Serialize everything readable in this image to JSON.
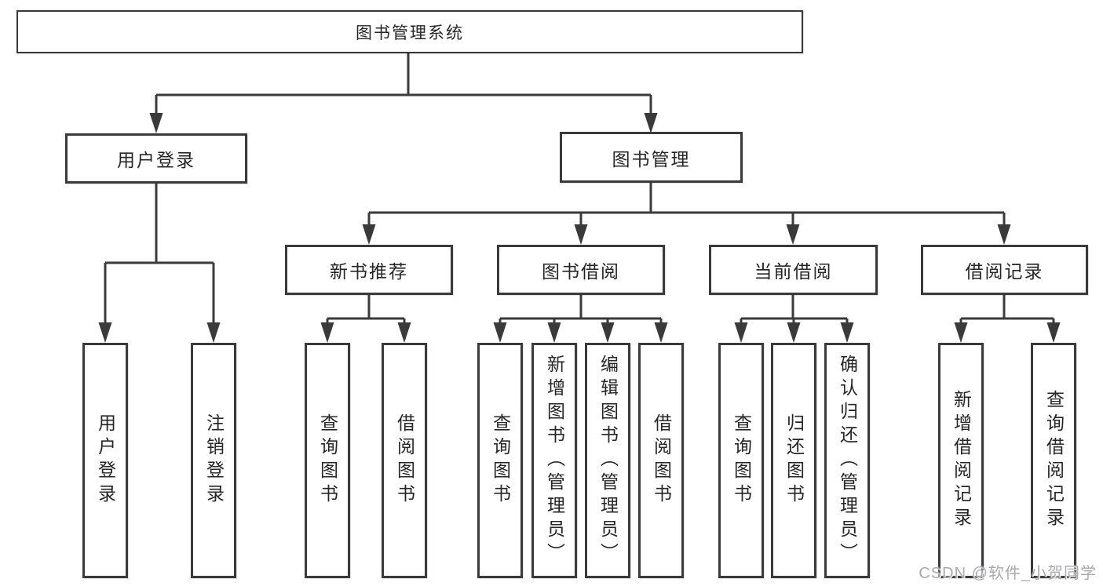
{
  "diagram": {
    "title": "图书管理系统",
    "watermark": "CSDN @软件_小贺同学",
    "colors": {
      "line": "#3a3a3a",
      "text": "#262626",
      "box_background": "#ffffff",
      "watermark_text": "#a9a9b0"
    },
    "nodes": [
      {
        "id": "root",
        "label": "图书管理系统",
        "orientation": "h",
        "level": 1
      },
      {
        "id": "user-login",
        "label": "用户登录",
        "orientation": "h",
        "level": 2
      },
      {
        "id": "book-mgmt",
        "label": "图书管理",
        "orientation": "h",
        "level": 2
      },
      {
        "id": "new-book-rec",
        "label": "新书推荐",
        "orientation": "h",
        "level": 3
      },
      {
        "id": "book-borrow",
        "label": "图书借阅",
        "orientation": "h",
        "level": 3
      },
      {
        "id": "current-borrow",
        "label": "当前借阅",
        "orientation": "h",
        "level": 3
      },
      {
        "id": "borrow-records",
        "label": "借阅记录",
        "orientation": "h",
        "level": 3
      },
      {
        "id": "leaf-user-login",
        "label": "用户登录",
        "orientation": "v",
        "level": 4
      },
      {
        "id": "leaf-logout",
        "label": "注销登录",
        "orientation": "v",
        "level": 4
      },
      {
        "id": "leaf-query-book-1",
        "label": "查询图书",
        "orientation": "v",
        "level": 4
      },
      {
        "id": "leaf-borrow-book-1",
        "label": "借阅图书",
        "orientation": "v",
        "level": 4
      },
      {
        "id": "leaf-query-book-2",
        "label": "查询图书",
        "orientation": "v",
        "level": 4
      },
      {
        "id": "leaf-add-book",
        "label": "新增图书（管理员）",
        "orientation": "v",
        "level": 4
      },
      {
        "id": "leaf-edit-book",
        "label": "编辑图书（管理员）",
        "orientation": "v",
        "level": 4
      },
      {
        "id": "leaf-borrow-book-2",
        "label": "借阅图书",
        "orientation": "v",
        "level": 4
      },
      {
        "id": "leaf-query-book-3",
        "label": "查询图书",
        "orientation": "v",
        "level": 4
      },
      {
        "id": "leaf-return-book",
        "label": "归还图书",
        "orientation": "v",
        "level": 4
      },
      {
        "id": "leaf-confirm-return",
        "label": "确认归还（管理员）",
        "orientation": "v",
        "level": 4
      },
      {
        "id": "leaf-add-record",
        "label": "新增借阅记录",
        "orientation": "v",
        "level": 4
      },
      {
        "id": "leaf-query-record",
        "label": "查询借阅记录",
        "orientation": "v",
        "level": 4
      }
    ],
    "edges": [
      {
        "from": "root",
        "to": "user-login"
      },
      {
        "from": "root",
        "to": "book-mgmt"
      },
      {
        "from": "user-login",
        "to": "leaf-user-login"
      },
      {
        "from": "user-login",
        "to": "leaf-logout"
      },
      {
        "from": "book-mgmt",
        "to": "new-book-rec"
      },
      {
        "from": "book-mgmt",
        "to": "book-borrow"
      },
      {
        "from": "book-mgmt",
        "to": "current-borrow"
      },
      {
        "from": "book-mgmt",
        "to": "borrow-records"
      },
      {
        "from": "new-book-rec",
        "to": "leaf-query-book-1"
      },
      {
        "from": "new-book-rec",
        "to": "leaf-borrow-book-1"
      },
      {
        "from": "book-borrow",
        "to": "leaf-query-book-2"
      },
      {
        "from": "book-borrow",
        "to": "leaf-add-book"
      },
      {
        "from": "book-borrow",
        "to": "leaf-edit-book"
      },
      {
        "from": "book-borrow",
        "to": "leaf-borrow-book-2"
      },
      {
        "from": "current-borrow",
        "to": "leaf-query-book-3"
      },
      {
        "from": "current-borrow",
        "to": "leaf-return-book"
      },
      {
        "from": "current-borrow",
        "to": "leaf-confirm-return"
      },
      {
        "from": "borrow-records",
        "to": "leaf-add-record"
      },
      {
        "from": "borrow-records",
        "to": "leaf-query-record"
      }
    ]
  }
}
